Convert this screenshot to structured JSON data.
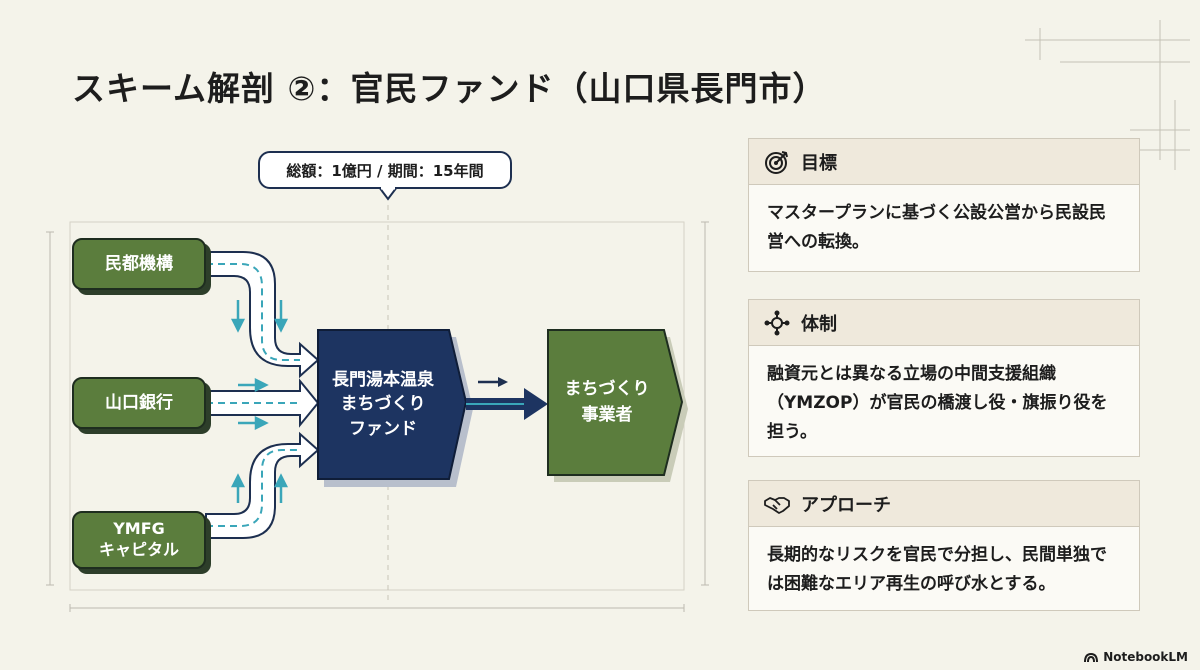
{
  "title": "スキーム解剖 ②：官民ファンド（山口県長門市）",
  "summary": "総額：1億円 / 期間：15年間",
  "sources": [
    {
      "label": "民都機構"
    },
    {
      "label": "山口銀行"
    },
    {
      "label": "YMFG\nキャピタル"
    }
  ],
  "fund": {
    "label": "長門湯本温泉\nまちづくり\nファンド"
  },
  "target": {
    "label": "まちづくり\n事業者"
  },
  "cards": [
    {
      "icon": "target-icon",
      "title": "目標",
      "body": "マスタープランに基づく公設公営から民設民営への転換。"
    },
    {
      "icon": "network-icon",
      "title": "体制",
      "body": "融資元とは異なる立場の中間支援組織（YMZOP）が官民の橋渡し役・旗振り役を担う。"
    },
    {
      "icon": "handshake-icon",
      "title": "アプローチ",
      "body": "長期的なリスクを官民で分担し、民間単独では困難なエリア再生の呼び水とする。"
    }
  ],
  "footer": {
    "brand": "NotebookLM",
    "icon": "notebooklm-logo-icon"
  },
  "colors": {
    "green": "#5b7d3d",
    "navy": "#1d3461",
    "teal": "#3aa6b9",
    "card_header": "#efe9dc"
  }
}
